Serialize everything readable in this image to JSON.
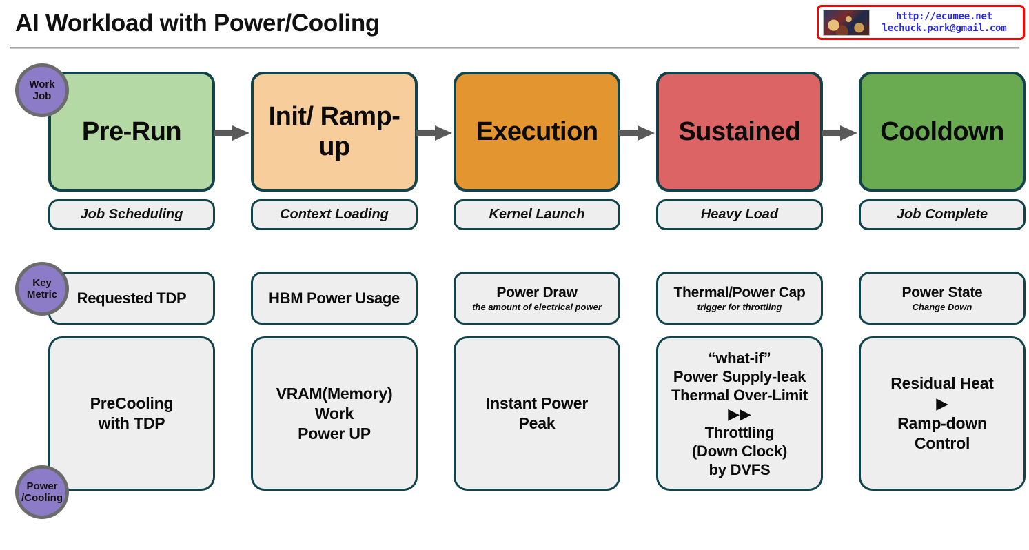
{
  "page": {
    "title": "AI Workload with Power/Cooling"
  },
  "watermark": {
    "name": "watermark-badge",
    "url": "http://ecumee.net",
    "email": "lechuck.park@gmail.com",
    "border_color": "#ff0000",
    "text_color": "#2a2ae0"
  },
  "row_badges": [
    {
      "id": "work-job",
      "line1": "Work",
      "line2": "Job"
    },
    {
      "id": "key-metric",
      "line1": "Key",
      "line2": "Metric"
    },
    {
      "id": "power-cooling",
      "line1": "Power",
      "line2": "/Cooling"
    }
  ],
  "colors": {
    "stage_border": "#12424a",
    "badge_fill": "#8c7bc7",
    "badge_border": "#6b6b6b",
    "arrow": "#5a5a5a",
    "box_fill": "#eeeeee",
    "stage_prerun": "#b5d9a4",
    "stage_init": "#f8cd9c",
    "stage_execution": "#e3952f",
    "stage_sustained": "#dd6464",
    "stage_cooldown": "#6aab51"
  },
  "stages": [
    {
      "name": "Pre-Run",
      "fill": "#b5d9a4",
      "caption": "Job Scheduling",
      "metric": {
        "main": "Requested TDP",
        "sub": ""
      },
      "power": "PreCooling\nwith TDP"
    },
    {
      "name": "Init/\nRamp-up",
      "fill": "#f8cd9c",
      "caption": "Context Loading",
      "metric": {
        "main": "HBM Power Usage",
        "sub": ""
      },
      "power": "VRAM(Memory)\nWork\nPower UP"
    },
    {
      "name": "Execution",
      "fill": "#e3952f",
      "caption": "Kernel Launch",
      "metric": {
        "main": "Power Draw",
        "sub": "the amount of electrical power"
      },
      "power": "Instant Power\nPeak"
    },
    {
      "name": "Sustained",
      "fill": "#dd6464",
      "caption": "Heavy Load",
      "metric": {
        "main": "Thermal/Power Cap",
        "sub": "trigger for throttling"
      },
      "power": "“what-if”\nPower Supply-leak\nThermal Over-Limit\n▶▶\nThrottling\n(Down Clock)\nby DVFS"
    },
    {
      "name": "Cooldown",
      "fill": "#6aab51",
      "caption": "Job Complete",
      "metric": {
        "main": "Power State",
        "sub": "Change Down"
      },
      "power": "Residual Heat\n▶\nRamp-down\nControl"
    }
  ],
  "arrows": [
    {
      "id": "arrow-prerun-to-init"
    },
    {
      "id": "arrow-init-to-execution"
    },
    {
      "id": "arrow-execution-to-sustained"
    },
    {
      "id": "arrow-sustained-to-cooldown"
    }
  ]
}
